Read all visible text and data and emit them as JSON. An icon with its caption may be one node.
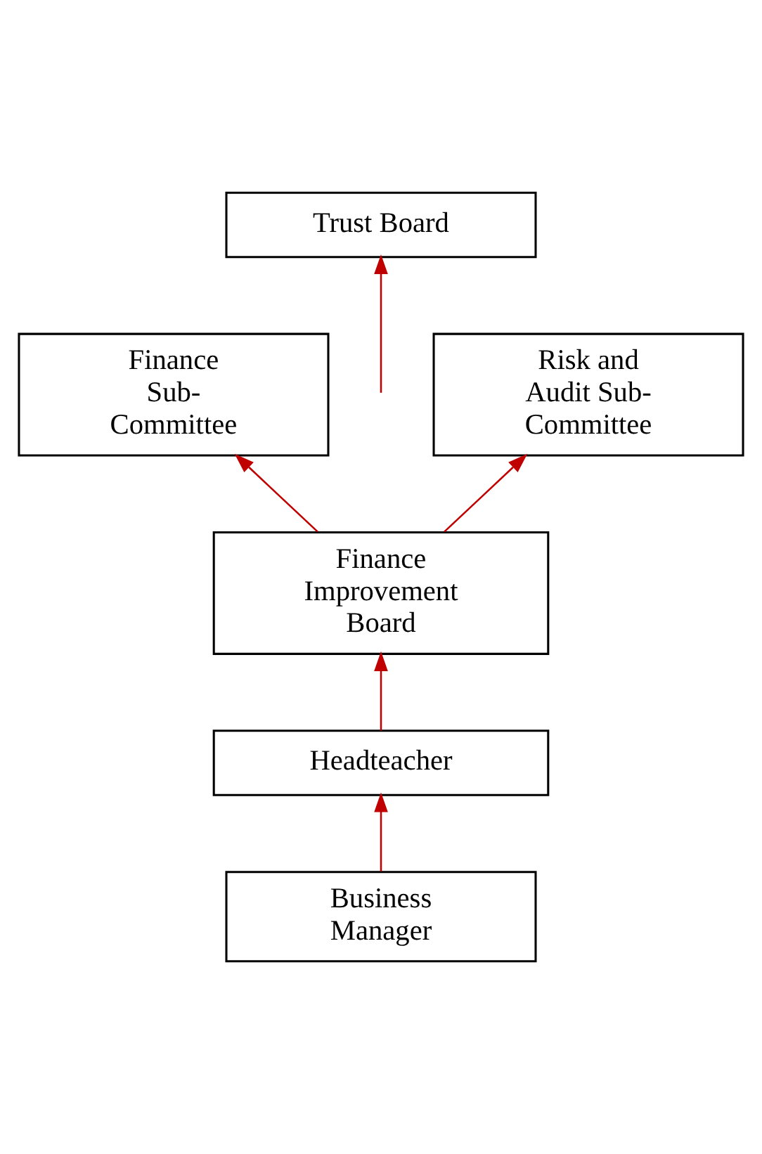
{
  "diagram": {
    "nodes": [
      {
        "text": [
          "Trust Board"
        ]
      },
      {
        "text": [
          "Finance Sub-Committee"
        ]
      },
      {
        "text": [
          "Risk and Audit Sub-Committee"
        ]
      },
      {
        "text": [
          "Finance Improvement Board"
        ]
      },
      {
        "text": [
          "Headteacher"
        ]
      },
      {
        "text": [
          "Business Manager"
        ]
      }
    ],
    "edges": [
      {
        "from": null,
        "to": 0,
        "arrow": "to"
      },
      {
        "from": 3,
        "to": 1,
        "arrow": "to"
      },
      {
        "from": 3,
        "to": 2,
        "arrow": "to"
      },
      {
        "from": 4,
        "to": 3,
        "arrow": "to"
      },
      {
        "from": 5,
        "to": 4,
        "arrow": "to"
      }
    ]
  }
}
